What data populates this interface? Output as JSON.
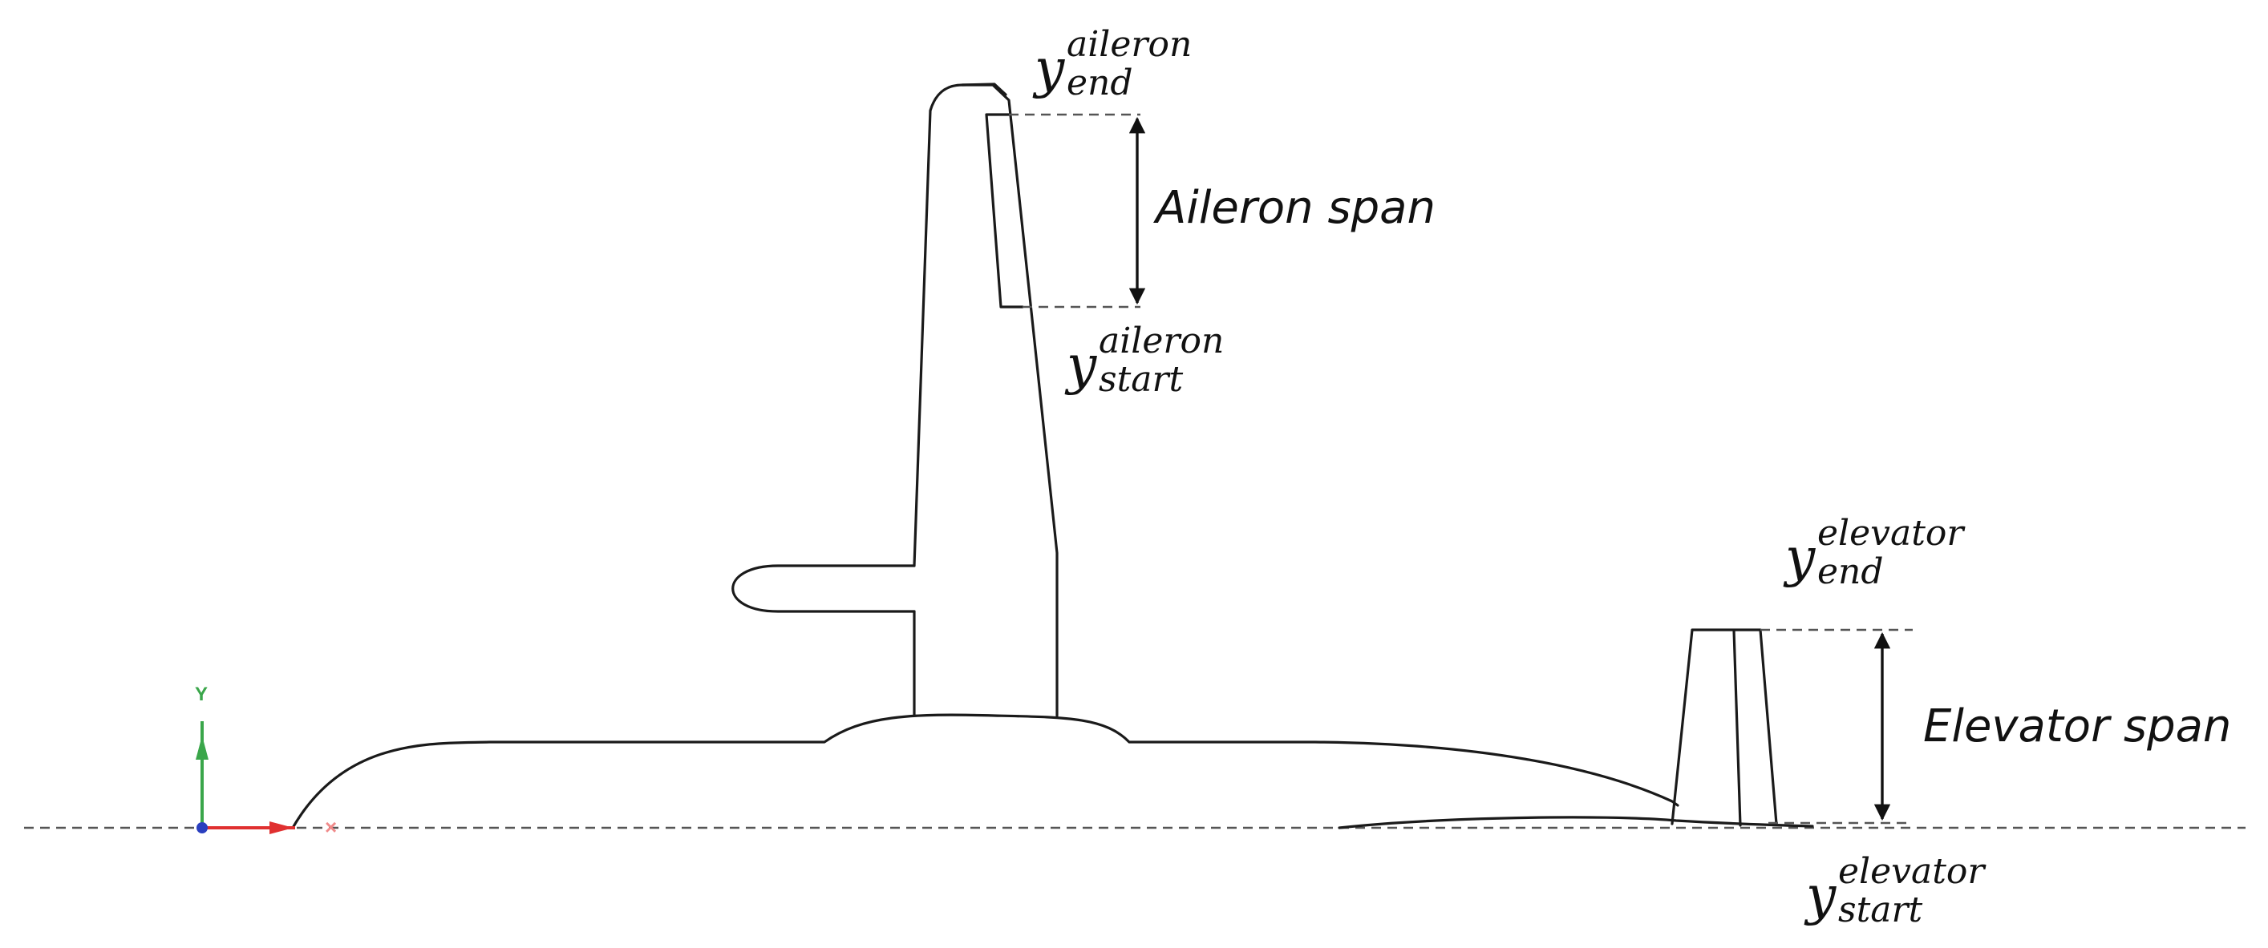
{
  "labels": {
    "aileron_span": "Aileron span",
    "elevator_span": "Elevator span"
  },
  "math": {
    "aileron_end": {
      "base": "y",
      "sup": "aileron",
      "sub": "end"
    },
    "aileron_start": {
      "base": "y",
      "sup": "aileron",
      "sub": "start"
    },
    "elevator_end": {
      "base": "y",
      "sup": "elevator",
      "sub": "end"
    },
    "elevator_start": {
      "base": "y",
      "sup": "elevator",
      "sub": "start"
    }
  },
  "axes": {
    "y_label": "Y",
    "x_label": "×",
    "colors": {
      "y_axis": "#3aa64a",
      "x_axis": "#e03030",
      "x_marker": "#f08a8a",
      "origin": "#2a3fbf"
    }
  },
  "icons": [
    "axis-triad-icon",
    "arrow-up-icon",
    "arrow-down-icon"
  ]
}
